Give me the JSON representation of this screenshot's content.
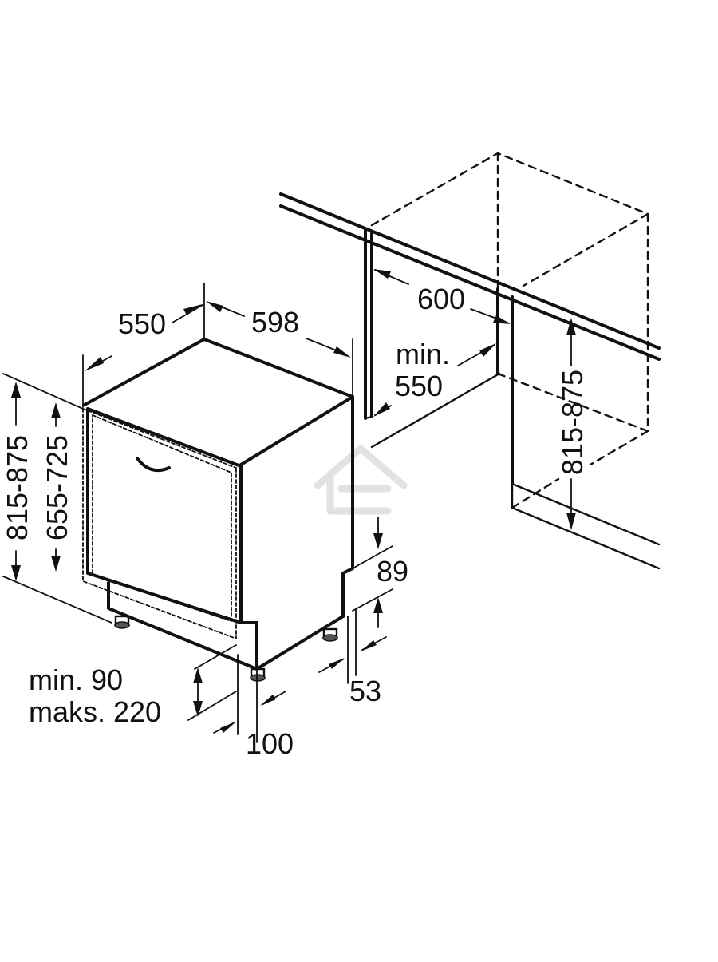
{
  "dimensions": {
    "depth": "550",
    "width": "598",
    "niche_width": "600",
    "niche_depth_line1": "min.",
    "niche_depth_line2": "550",
    "niche_height": "815-875",
    "height_total": "815-875",
    "height_body": "655-725",
    "plinth_gap": "89",
    "foot_height": "53",
    "plinth_depth": "100",
    "plinth_height_line1": "min. 90",
    "plinth_height_line2": "maks. 220"
  },
  "colors": {
    "line": "#111111",
    "background": "#ffffff",
    "watermark": "#e2e2e2"
  },
  "icons": {
    "watermark": "house-logo-icon"
  }
}
